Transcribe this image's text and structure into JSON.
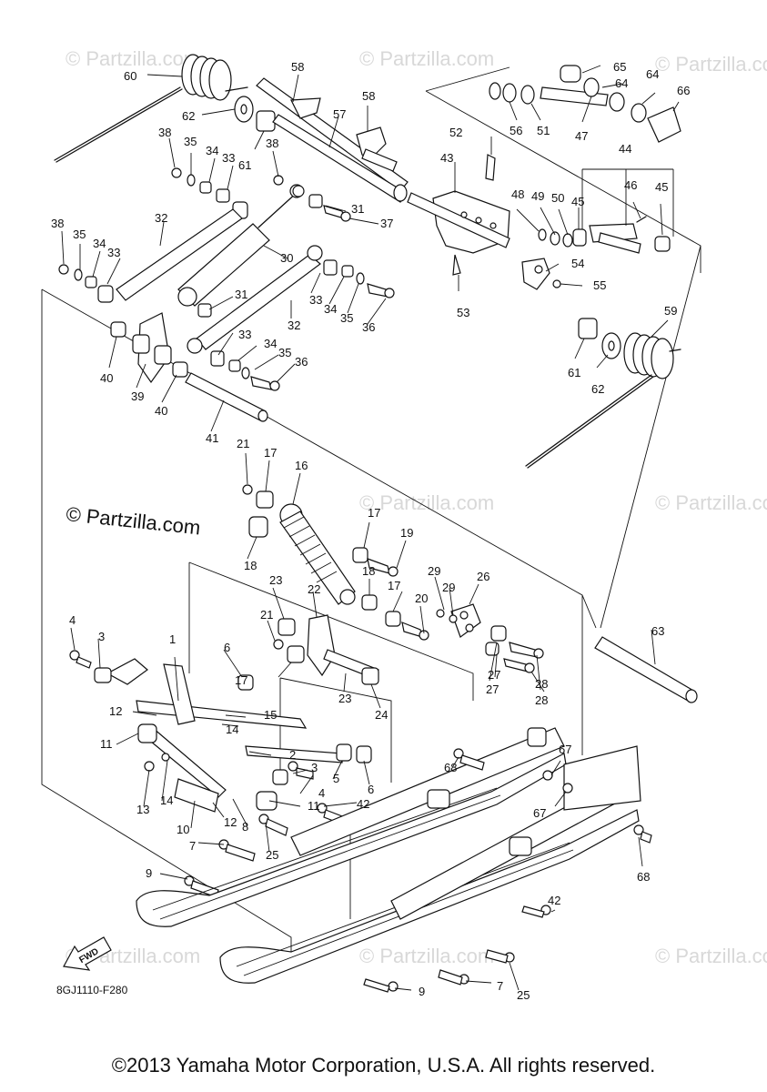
{
  "watermark": {
    "main": "© Partzilla.com",
    "faint": "© Partzilla.com"
  },
  "diagram_code": "8GJ1110-F280",
  "fwd_label": "FWD",
  "copyright": "©2013 Yamaha Motor Corporation, U.S.A. All rights reserved.",
  "callouts": [
    {
      "n": "1"
    },
    {
      "n": "2"
    },
    {
      "n": "3"
    },
    {
      "n": "3"
    },
    {
      "n": "4"
    },
    {
      "n": "4"
    },
    {
      "n": "5"
    },
    {
      "n": "6"
    },
    {
      "n": "6"
    },
    {
      "n": "7"
    },
    {
      "n": "7"
    },
    {
      "n": "8"
    },
    {
      "n": "9"
    },
    {
      "n": "9"
    },
    {
      "n": "10"
    },
    {
      "n": "11"
    },
    {
      "n": "11"
    },
    {
      "n": "12"
    },
    {
      "n": "12"
    },
    {
      "n": "13"
    },
    {
      "n": "14"
    },
    {
      "n": "14"
    },
    {
      "n": "15"
    },
    {
      "n": "16"
    },
    {
      "n": "17"
    },
    {
      "n": "17"
    },
    {
      "n": "17"
    },
    {
      "n": "17"
    },
    {
      "n": "18"
    },
    {
      "n": "18"
    },
    {
      "n": "19"
    },
    {
      "n": "20"
    },
    {
      "n": "21"
    },
    {
      "n": "21"
    },
    {
      "n": "22"
    },
    {
      "n": "23"
    },
    {
      "n": "23"
    },
    {
      "n": "24"
    },
    {
      "n": "25"
    },
    {
      "n": "25"
    },
    {
      "n": "26"
    },
    {
      "n": "27"
    },
    {
      "n": "27"
    },
    {
      "n": "28"
    },
    {
      "n": "28"
    },
    {
      "n": "29"
    },
    {
      "n": "29"
    },
    {
      "n": "30"
    },
    {
      "n": "31"
    },
    {
      "n": "31"
    },
    {
      "n": "32"
    },
    {
      "n": "32"
    },
    {
      "n": "33"
    },
    {
      "n": "33"
    },
    {
      "n": "33"
    },
    {
      "n": "33"
    },
    {
      "n": "34"
    },
    {
      "n": "34"
    },
    {
      "n": "34"
    },
    {
      "n": "34"
    },
    {
      "n": "35"
    },
    {
      "n": "35"
    },
    {
      "n": "35"
    },
    {
      "n": "35"
    },
    {
      "n": "36"
    },
    {
      "n": "36"
    },
    {
      "n": "37"
    },
    {
      "n": "38"
    },
    {
      "n": "38"
    },
    {
      "n": "38"
    },
    {
      "n": "39"
    },
    {
      "n": "40"
    },
    {
      "n": "40"
    },
    {
      "n": "41"
    },
    {
      "n": "42"
    },
    {
      "n": "42"
    },
    {
      "n": "43"
    },
    {
      "n": "44"
    },
    {
      "n": "45"
    },
    {
      "n": "45"
    },
    {
      "n": "46"
    },
    {
      "n": "47"
    },
    {
      "n": "48"
    },
    {
      "n": "49"
    },
    {
      "n": "50"
    },
    {
      "n": "51"
    },
    {
      "n": "52"
    },
    {
      "n": "53"
    },
    {
      "n": "54"
    },
    {
      "n": "55"
    },
    {
      "n": "56"
    },
    {
      "n": "57"
    },
    {
      "n": "58"
    },
    {
      "n": "58"
    },
    {
      "n": "59"
    },
    {
      "n": "60"
    },
    {
      "n": "61"
    },
    {
      "n": "61"
    },
    {
      "n": "62"
    },
    {
      "n": "62"
    },
    {
      "n": "63"
    },
    {
      "n": "64"
    },
    {
      "n": "64"
    },
    {
      "n": "65"
    },
    {
      "n": "66"
    },
    {
      "n": "67"
    },
    {
      "n": "67"
    },
    {
      "n": "68"
    },
    {
      "n": "68"
    }
  ]
}
